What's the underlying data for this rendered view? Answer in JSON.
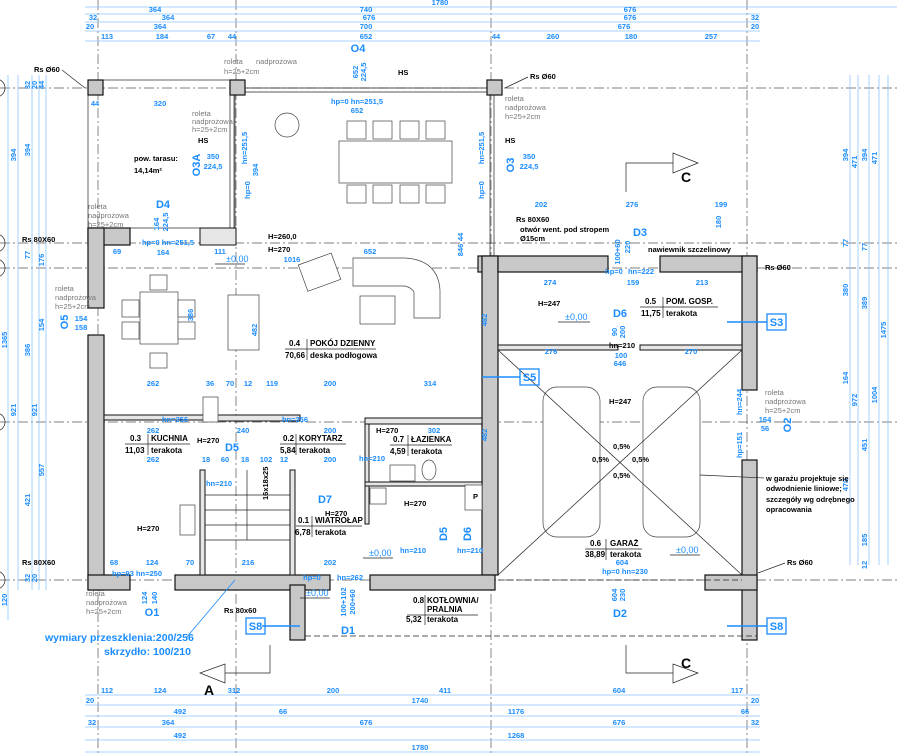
{
  "rooms": [
    {
      "number": "0.1",
      "name": "WIATROŁAP",
      "area": "6,78",
      "floor": "terakota"
    },
    {
      "number": "0.2",
      "name": "KORYTARZ",
      "area": "5,84",
      "floor": "terakota"
    },
    {
      "number": "0.3",
      "name": "KUCHNIA",
      "area": "11,03",
      "floor": "terakota"
    },
    {
      "number": "0.4",
      "name": "POKÓJ DZIENNY",
      "area": "70,66",
      "floor": "deska podłogowa"
    },
    {
      "number": "0.5",
      "name": "POM. GOSP.",
      "area": "11,75",
      "floor": "terakota"
    },
    {
      "number": "0.6",
      "name": "GARAŻ",
      "area": "38,89",
      "floor": "terakota"
    },
    {
      "number": "0.7",
      "name": "ŁAZIENKA",
      "area": "4,59",
      "floor": "terakota"
    },
    {
      "number": "0.8",
      "name": "KOTŁOWNIA/",
      "name2": "PRALNIA",
      "area": "5,32",
      "floor": "terakota"
    }
  ],
  "openings": {
    "windows": [
      "O4",
      "O3A",
      "O3",
      "O5",
      "O1",
      "O2"
    ],
    "doors": [
      "D4",
      "D3",
      "D6",
      "D5",
      "D7",
      "D5",
      "D6",
      "D1",
      "D2"
    ],
    "sections": [
      "S5",
      "S3",
      "S8",
      "S8"
    ],
    "cuts": [
      "A",
      "C",
      "C"
    ]
  },
  "notes": {
    "rs60": "Rs Ø60",
    "rs80": "Rs 80X60",
    "rs80b": "Rs 80x60",
    "hs": "HS",
    "vent1": "otwór went. pod stropem",
    "vent2": "Ø15cm",
    "nawiewnik": "nawiewnik szczelinowy",
    "terrace1": "pow. tarasu:",
    "terrace2": "14,14m²",
    "garage": [
      "w garażu projektuje się",
      "odwodnienie liniowe;",
      "szczegóły wg odrębnego",
      "opracowania"
    ],
    "roleta1": "roleta",
    "roleta2": "nadprożowa",
    "roleta3": "h=25+2cm",
    "glazing": "wymiary przeszklenia:200/256",
    "sash": "skrzydło: 100/210",
    "slope": "0,5%",
    "p": "P",
    "level": "±0,00"
  },
  "heights": [
    "H=260,0",
    "H=270",
    "H=247",
    "H=247",
    "H=270",
    "H=270",
    "H=270",
    "H=270",
    "H=270"
  ],
  "dimensions": {
    "top": [
      [
        "1780"
      ],
      [
        "364",
        "740",
        "676"
      ],
      [
        "32",
        "364",
        "676",
        "676",
        "32"
      ],
      [
        "20",
        "364",
        "700",
        "676",
        "20"
      ],
      [
        "113",
        "184",
        "67",
        "44",
        "652",
        "44",
        "260",
        "180",
        "257"
      ]
    ],
    "bottom": [
      [
        "112",
        "124",
        "312",
        "200",
        "411",
        "604",
        "117"
      ],
      [
        "20",
        "1740",
        "20"
      ],
      [
        "492",
        "66",
        "1176",
        "66"
      ],
      [
        "32",
        "364",
        "676",
        "676",
        "32"
      ],
      [
        "492",
        "1268"
      ],
      [
        "1780"
      ]
    ],
    "left": [
      "394",
      "77",
      "176",
      "154",
      "1365",
      "386",
      "921",
      "921",
      "557",
      "421",
      "120",
      "32",
      "20",
      "44",
      "32",
      "20"
    ],
    "right": [
      "394",
      "471",
      "394",
      "471",
      "77",
      "77",
      "380",
      "389",
      "1475",
      "164",
      "972",
      "1004",
      "451",
      "470",
      "185",
      "12"
    ],
    "interior": [
      "44",
      "320",
      "hp=0  hn=251,5",
      "652",
      "652",
      "224,5",
      "350",
      "224,5",
      "hn=251,5",
      "hp=0",
      "394",
      "350",
      "224,5",
      "hn=251,5",
      "hp=0",
      "164",
      "224,5",
      "hp=0   hn=251,5",
      "69",
      "164",
      "111",
      "1016",
      "652",
      "846",
      "44",
      "386",
      "482",
      "482",
      "482",
      "262",
      "36",
      "70",
      "12",
      "119",
      "200",
      "314",
      "hn=256",
      "hn=256",
      "262",
      "240",
      "200",
      "302",
      "262",
      "18",
      "60",
      "18",
      "102",
      "12",
      "200",
      "hn=210",
      "hn=210",
      "hn=210",
      "hn=210",
      "hp=93 hn=250",
      "124",
      "68",
      "70",
      "216",
      "202",
      "hp=0",
      "hn=262",
      "202",
      "276",
      "199",
      "274",
      "159",
      "213",
      "hp=0",
      "hn=222",
      "276",
      "100",
      "270",
      "646",
      "hn=210",
      "604",
      "hp=0  hn=230",
      "604",
      "230",
      "164",
      "56",
      "hn=244",
      "hp=151",
      "90",
      "200",
      "100+60",
      "220",
      "100+102",
      "200+60",
      "124",
      "140",
      "154",
      "158",
      "180",
      "16x18x25"
    ]
  }
}
